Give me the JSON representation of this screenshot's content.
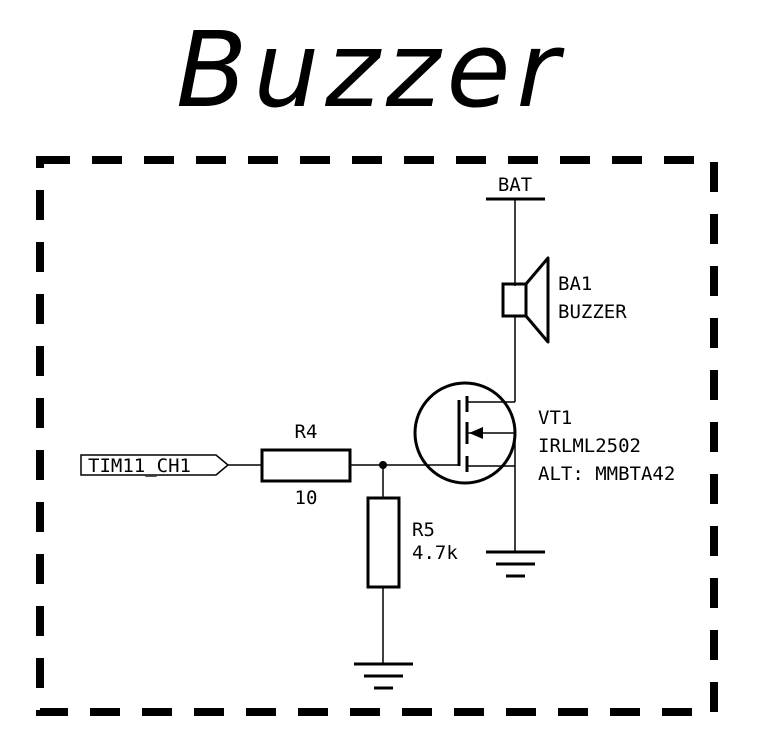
{
  "title": "Buzzer",
  "net_labels": {
    "power": "BAT",
    "input": "TIM11_CH1"
  },
  "components": {
    "buzzer": {
      "ref": "BA1",
      "value": "BUZZER"
    },
    "transistor": {
      "ref": "VT1",
      "value": "IRLML2502",
      "alt": "ALT: MMBTA42"
    },
    "r4": {
      "ref": "R4",
      "value": "10"
    },
    "r5": {
      "ref": "R5",
      "value": "4.7k"
    }
  }
}
